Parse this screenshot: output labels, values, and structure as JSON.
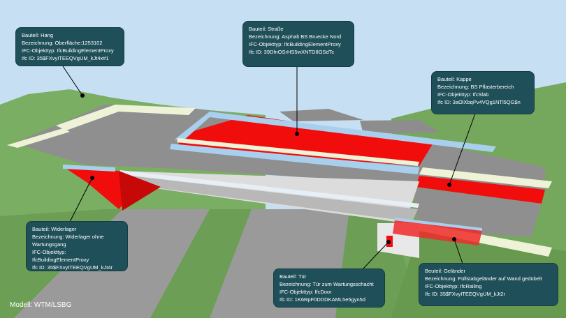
{
  "callouts": {
    "hang": {
      "bauteil": "Bauteil: Hang",
      "bezeichnung": "Bezeichnung: Oberfläche:1253102",
      "typ": "IFC-Objekttyp: IfcBuildingElementProxy",
      "id": "Ifc ID: 35$FXvyITEEQVgUM_kJt4x#1"
    },
    "strasse": {
      "bauteil": "Bauteil: Straße",
      "bezeichnung": "Bezeichnung: Asphalt BS Bruecke Nord",
      "typ": "IFC-Objekttyp: IfcBuildingElementProxy",
      "id": "Ifc ID: 39DfnOSrHS5wXNTD8OSdTc"
    },
    "kappe": {
      "bauteil": "Bauteil: Kappe",
      "bezeichnung": "Bezeichnung: BS Pflasterbereich",
      "typ": "IFC-Objekttyp: IfcSlab",
      "id": "Ifc ID: 3aOlXbqPv4VQg1NTl5QG$n"
    },
    "widerlager": {
      "bauteil": "Bauteil: Widerlager",
      "bezeichnung": "Bezeichnung: Widerlager ohne Wartungsgang",
      "typ": "IFC-Objekttyp: IfcBuildingElementProxy",
      "id": "Ifc ID: 35$FXvyITEEQVgUM_kJt4r"
    },
    "tuer": {
      "bauteil": "Bauteil: Tür",
      "bezeichnung": "Bezeichnung: Tür zum Wartungsschacht",
      "typ": "IFC-Objekttyp: IfcDoor",
      "id": "Ifc ID: 1K6RpF0DDDKAML5e5gyn5d"
    },
    "gelaender": {
      "bauteil": "Beuteil: Geländer",
      "bezeichnung": "Bezeichnung: Füllstabgeländer auf Wand gedübelt",
      "typ": "IFC-Objekttyp: IfcRailing",
      "id": "Ifc ID: 35$FXvyITEEQVgUM_kJt2r"
    }
  },
  "credit": "Modell: WTM/LSBG",
  "colors": {
    "sky": "#c6dff3",
    "grass": "#6fa35a",
    "road": "#8f8f8f",
    "highlight": "#f20d0d",
    "curb": "#eef3d8",
    "callout": "#1f4f58",
    "pipe": "#a8d0ee"
  }
}
